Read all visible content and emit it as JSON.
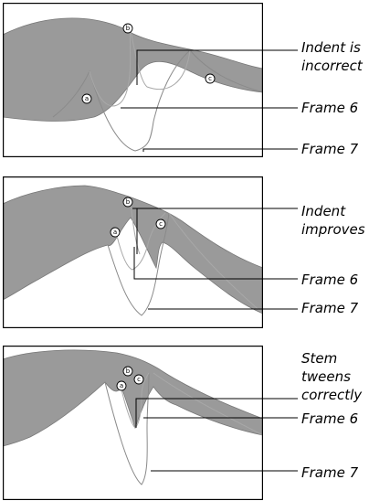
{
  "panels": [
    {
      "markers": [
        "b",
        "a",
        "c"
      ],
      "caption": [
        "Indent is",
        "incorrect"
      ],
      "frames": [
        "Frame 6",
        "Frame 7"
      ]
    },
    {
      "markers": [
        "b",
        "a",
        "c"
      ],
      "caption": [
        "Indent",
        "improves"
      ],
      "frames": [
        "Frame 6",
        "Frame 7"
      ]
    },
    {
      "markers": [
        "b",
        "a",
        "c"
      ],
      "caption": [
        "Stem",
        "tweens",
        "correctly"
      ],
      "frames": [
        "Frame 6",
        "Frame 7"
      ]
    }
  ]
}
